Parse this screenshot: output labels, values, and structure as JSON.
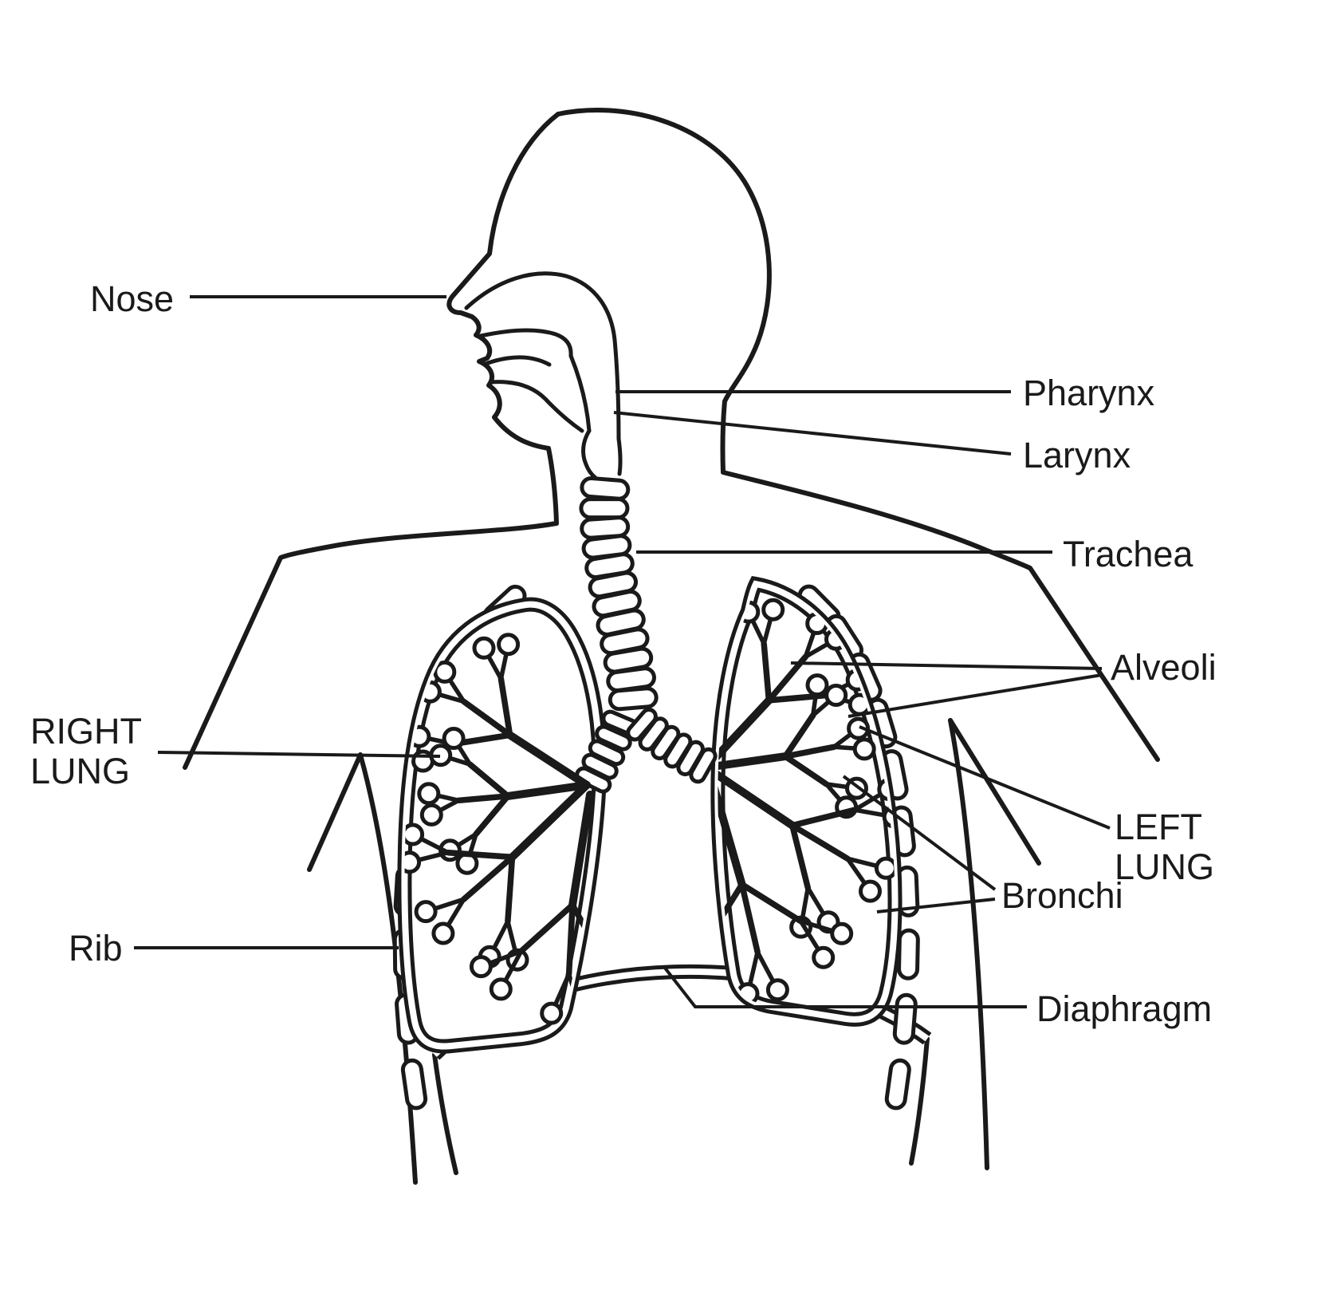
{
  "labels": {
    "nose": "Nose",
    "pharynx": "Pharynx",
    "larynx": "Larynx",
    "trachea": "Trachea",
    "alveoli": "Alveoli",
    "right_lung": "RIGHT\nLUNG",
    "left_lung": "LEFT\nLUNG",
    "bronchi": "Bronchi",
    "rib": "Rib",
    "diaphragm": "Diaphragm"
  },
  "colors": {
    "line": "#1a1a1a",
    "background": "#ffffff"
  }
}
